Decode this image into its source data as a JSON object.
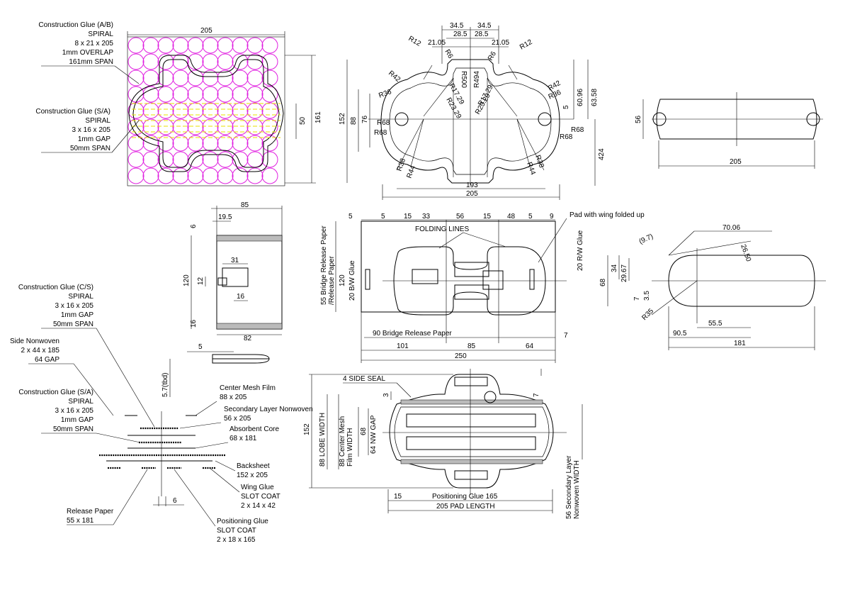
{
  "notes": {
    "glue_ab": [
      "Construction Glue (A/B)",
      "SPIRAL",
      "8 x 21 x 205",
      "1mm OVERLAP",
      "161mm SPAN"
    ],
    "glue_sa": [
      "Construction Glue (S/A)",
      "SPIRAL",
      "3 x 16 x 205",
      "1mm GAP",
      "50mm SPAN"
    ],
    "glue_cs": [
      "Construction Glue (C/S)",
      "SPIRAL",
      "3 x 16 x 205",
      "1mm GAP",
      "50mm SPAN"
    ],
    "side_nonwoven": [
      "Side Nonwoven",
      "2 x 44 x 185",
      "64 GAP"
    ],
    "glue_sa2": [
      "Construction Glue (S/A)",
      "SPIRAL",
      "3 x 16 x 205",
      "1mm GAP",
      "50mm SPAN"
    ],
    "center_mesh": [
      "Center Mesh Film",
      "88 x 205"
    ],
    "secondary_layer": [
      "Secondary Layer Nonwoven",
      "56 x 205"
    ],
    "absorbent_core": [
      "Absorbent Core",
      "68 x 181"
    ],
    "backsheet": [
      "Backsheet",
      "152 x 205"
    ],
    "wing_glue": [
      "Wing Glue",
      "SLOT COAT",
      "2 x 14 x 42"
    ],
    "release_paper": [
      "Release Paper",
      "55 x 181"
    ],
    "positioning_glue": [
      "Positioning Glue",
      "SLOT COAT",
      "2 x 18 x 165"
    ]
  },
  "glue_view": {
    "w": "205",
    "h161": "161",
    "h50": "50"
  },
  "top_view": {
    "d34a": "34.5",
    "d34b": "34.5",
    "d28a": "28.5",
    "d28b": "28.5",
    "d21a": "21.05",
    "d21b": "21.05",
    "r12a": "R12",
    "r12b": "R12",
    "r6a": "R6",
    "r6b": "R6",
    "r500": "R500",
    "r494": "R494",
    "r42a": "R42",
    "r42b": "R42",
    "r36a": "R36",
    "r36b": "R36",
    "r17a": "R17.29",
    "r17b": "R17.29",
    "r23a": "R23.29",
    "r23b": "R23.29",
    "r68a": "R68",
    "r68b": "R68",
    "r68c": "R68",
    "r68d": "R68",
    "r38a": "R38",
    "r38b": "R38",
    "r44a": "R44",
    "r44b": "R44",
    "d152": "152",
    "d88": "88",
    "d76": "76",
    "d5": "5",
    "d6096": "60.96",
    "d6358": "63.58",
    "d424": "424",
    "d193": "193",
    "d205": "205"
  },
  "side_view": {
    "d56": "56",
    "d205": "205"
  },
  "wing_view": {
    "d85": "85",
    "d195": "19.5",
    "d6": "6",
    "d120": "120",
    "d12": "12",
    "d31": "31",
    "d16a": "16",
    "d16b": "16",
    "d82": "82",
    "d5": "5",
    "d57": "5.7(tbd)"
  },
  "release_view": {
    "top": [
      "5",
      "5",
      "15",
      "33",
      "56",
      "15",
      "48",
      "5",
      "9"
    ],
    "folding": "FOLDING LINES",
    "pad_wing": "Pad with wing folded up",
    "left_label": "55 Bridge Release Paper\n/Release Paper",
    "d120": "120",
    "bw": "20 B/W Glue",
    "rw": "20 R/W Glue",
    "bridge": "90 Bridge Release Paper",
    "d7": "7",
    "bottom": [
      "101",
      "85",
      "64"
    ],
    "d250": "250"
  },
  "fold_view": {
    "d97": "(9.7)",
    "d7006": "70.06",
    "d265": "26.50",
    "d34": "34",
    "d2967": "29.67",
    "d68": "68",
    "d7": "7",
    "d35": "3.5",
    "r35": "R35",
    "d555": "55.5",
    "d905": "90.5",
    "d181": "181"
  },
  "section_view": {
    "seal": "4 SIDE SEAL",
    "d3": "3",
    "d7": "7",
    "d152": "152",
    "lobe": "88 LOBE WIDTH",
    "mesh": "88 Center Mesh\nFilm WIDTH",
    "d68": "68",
    "nwgap": "64 NW GAP",
    "d15": "15",
    "posglue": "Positioning Glue 165",
    "padlen": "205 PAD LENGTH",
    "secondary": "56 Secondary Layer\nNonwoven WIDTH"
  },
  "layer_view": {
    "d6": "6"
  }
}
